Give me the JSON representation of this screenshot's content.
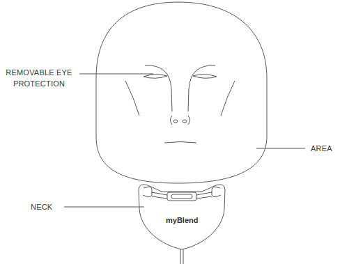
{
  "diagram": {
    "nodes": [
      {
        "text": [
          "myBlend"
        ]
      }
    ],
    "labels": [
      "REMOVABLE EYE PROTECTION",
      "AREA",
      "NECK"
    ]
  }
}
